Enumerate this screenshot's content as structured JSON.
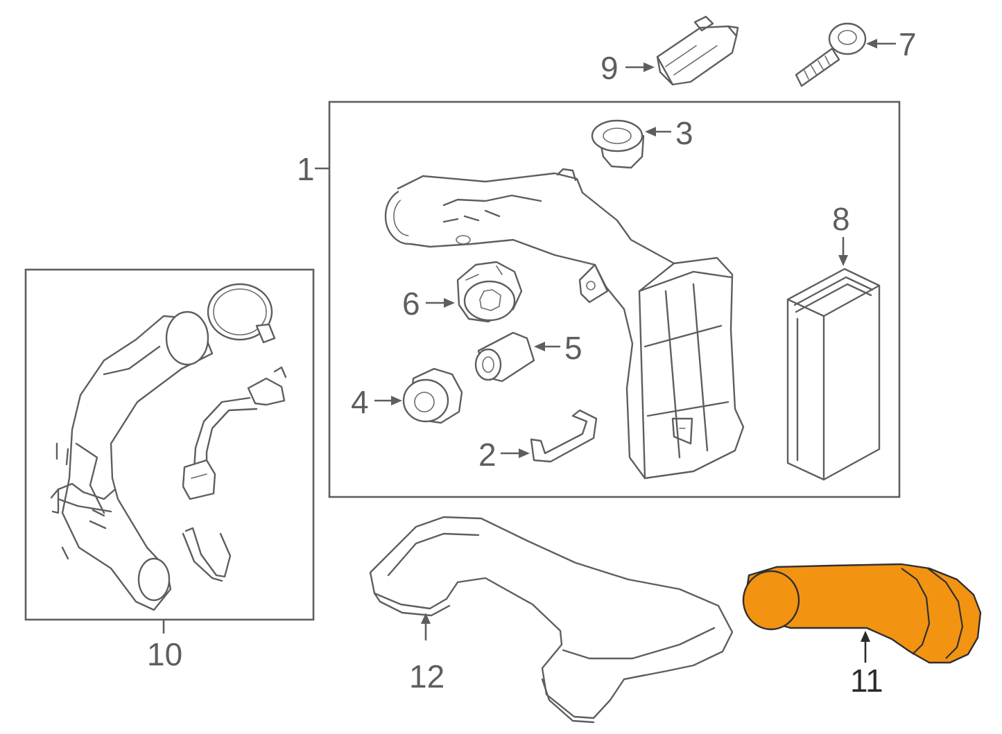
{
  "diagram": {
    "callouts": {
      "c1": "1",
      "c2": "2",
      "c3": "3",
      "c4": "4",
      "c5": "5",
      "c6": "6",
      "c7": "7",
      "c8": "8",
      "c9": "9",
      "c10": "10",
      "c11": "11",
      "c12": "12"
    },
    "highlighted_part": "11",
    "colors": {
      "line": "#5e5e5e",
      "highlight_fill": "#f39312",
      "highlight_outline": "#2f2f2f",
      "background": "#ffffff"
    }
  }
}
